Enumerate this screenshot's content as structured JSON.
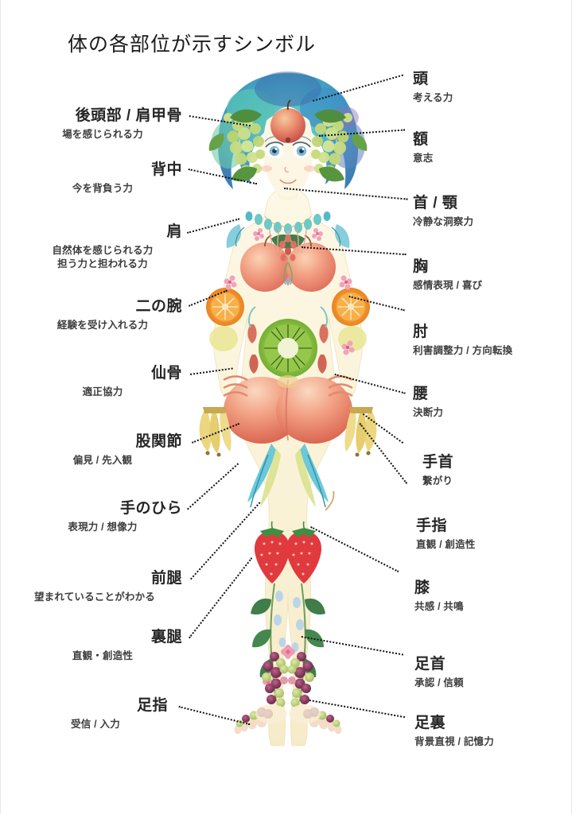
{
  "page": {
    "title": "体の各部位が示すシンボル",
    "background_color": "#ffffff",
    "text_color": "#262626"
  },
  "illustration": {
    "name": "fruit-woman-body-illustration",
    "skin_color": "#fbf4da",
    "hair_color": "#3fb6c6",
    "accent_colors": {
      "peach": "#ef8e7c",
      "orange": "#f39238",
      "kiwi": "#8cc63f",
      "grape_green": "#b6d37a",
      "grape_purple": "#8e3f63",
      "strawberry": "#e4373b",
      "banana": "#edd27a",
      "leaf": "#3f7d53",
      "flower_pink": "#ef9bb4",
      "gem_blue": "#5fbcd3"
    },
    "elements": [
      "grape-hair",
      "apple-forehead",
      "face",
      "necklace",
      "peach-breasts",
      "orange-slice-elbows",
      "kiwi-navel",
      "peach-hips",
      "banana-hands",
      "strawberry-knees",
      "berry-ankles",
      "berry-feet",
      "flower-vines-legs"
    ]
  },
  "labels_left": [
    {
      "head": "後頭部 / 肩甲骨",
      "subs": [
        "場を感じられる力"
      ]
    },
    {
      "head": "背中",
      "subs": [
        "今を背負う力"
      ]
    },
    {
      "head": "肩",
      "subs": [
        "自然体を感じられる力",
        "担う力と担われる力"
      ]
    },
    {
      "head": "二の腕",
      "subs": [
        "経験を受け入れる力"
      ]
    },
    {
      "head": "仙骨",
      "subs": [
        "適正協力"
      ]
    },
    {
      "head": "股関節",
      "subs": [
        "偏見 / 先入観"
      ]
    },
    {
      "head": "手のひら",
      "subs": [
        "表現力 / 想像力"
      ]
    },
    {
      "head": "前腿",
      "subs": [
        "望まれていることがわかる"
      ]
    },
    {
      "head": "裏腿",
      "subs": [
        "直観・創造性"
      ]
    },
    {
      "head": "足指",
      "subs": [
        "受信 / 入力"
      ]
    }
  ],
  "labels_right": [
    {
      "head": "頭",
      "subs": [
        "考える力"
      ]
    },
    {
      "head": "額",
      "subs": [
        "意志"
      ]
    },
    {
      "head": "首 / 顎",
      "subs": [
        "冷静な洞察力"
      ]
    },
    {
      "head": "胸",
      "subs": [
        "感情表現 / 喜び"
      ]
    },
    {
      "head": "肘",
      "subs": [
        "利害調整力 / 方向転換"
      ]
    },
    {
      "head": "腰",
      "subs": [
        "決断力"
      ]
    },
    {
      "head": "手首",
      "subs": [
        "繋がり"
      ]
    },
    {
      "head": "手指",
      "subs": [
        "直観 / 創造性"
      ]
    },
    {
      "head": "膝",
      "subs": [
        "共感 / 共鳴"
      ]
    },
    {
      "head": "足首",
      "subs": [
        "承認 / 信頼"
      ]
    },
    {
      "head": "足裏",
      "subs": [
        "背景直視 / 記憶力"
      ]
    }
  ]
}
